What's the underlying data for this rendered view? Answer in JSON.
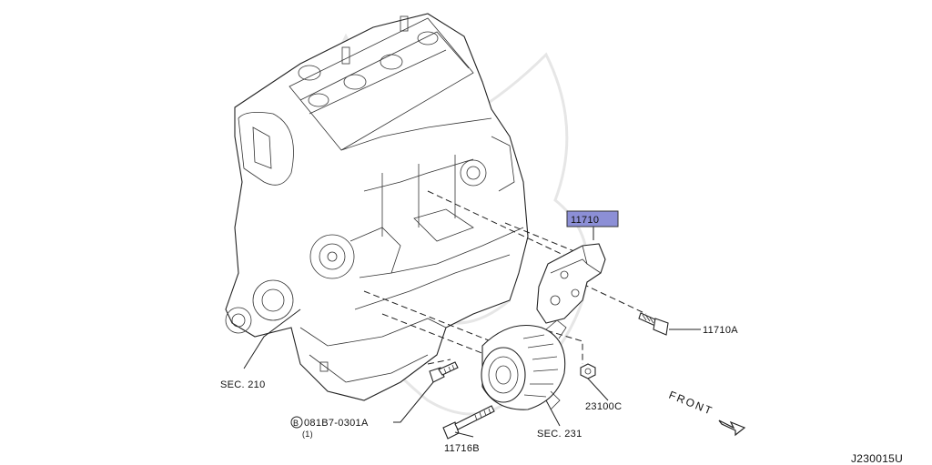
{
  "diagram": {
    "code": "J230015U",
    "highlight_color": "#8c8fd6",
    "labels": {
      "bracket": "11710",
      "bracket_bolt": "11710A",
      "nut": "23100C",
      "bolt_long": "11716B",
      "bolt_std": "081B7-0301A",
      "bolt_std_prefix": "B",
      "bolt_std_qty": "(1)",
      "sec_engine": "SEC. 210",
      "sec_alternator": "SEC. 231",
      "front": "FRONT"
    }
  }
}
